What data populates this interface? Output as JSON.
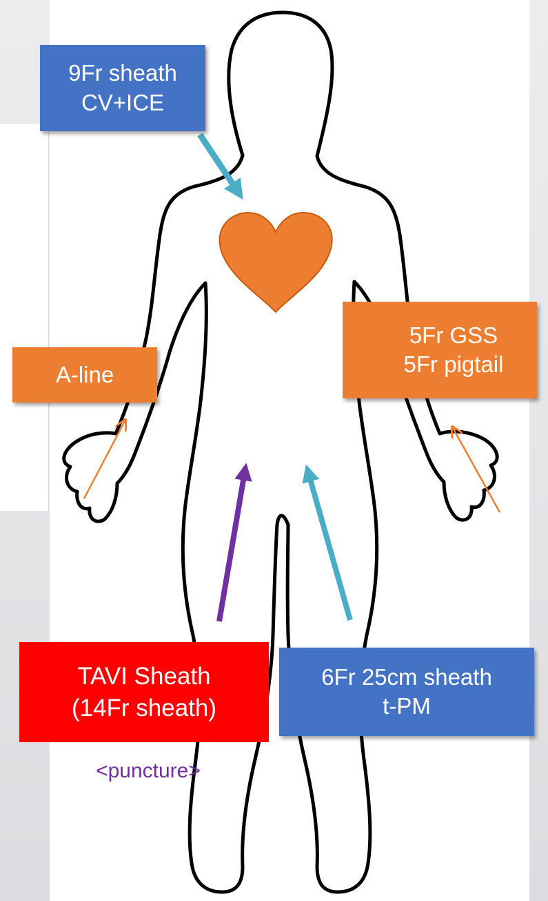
{
  "labels": {
    "jugular": {
      "line1": "9Fr sheath",
      "line2": "CV+ICE",
      "color": "#4472c4"
    },
    "radial_right": {
      "line1": "A-line",
      "color": "#ed7d31"
    },
    "radial_left": {
      "line1": "5Fr GSS",
      "line2": "5Fr pigtail",
      "color": "#ed7d31"
    },
    "femoral_right": {
      "line1": "TAVI Sheath",
      "line2": "(14Fr  sheath)",
      "color": "#ff0000"
    },
    "femoral_left": {
      "line1": "6Fr 25cm sheath",
      "line2": "t-PM",
      "color": "#4472c4"
    },
    "puncture_note": "<puncture>"
  },
  "colors": {
    "heart": "#ed7d31",
    "arrow_cyan": "#4bacc6",
    "arrow_purple": "#7030a0",
    "arrow_orange": "#ed7d31",
    "outline": "#000000"
  },
  "icons": [
    "body-outline-icon",
    "heart-icon",
    "arrow-icon"
  ]
}
